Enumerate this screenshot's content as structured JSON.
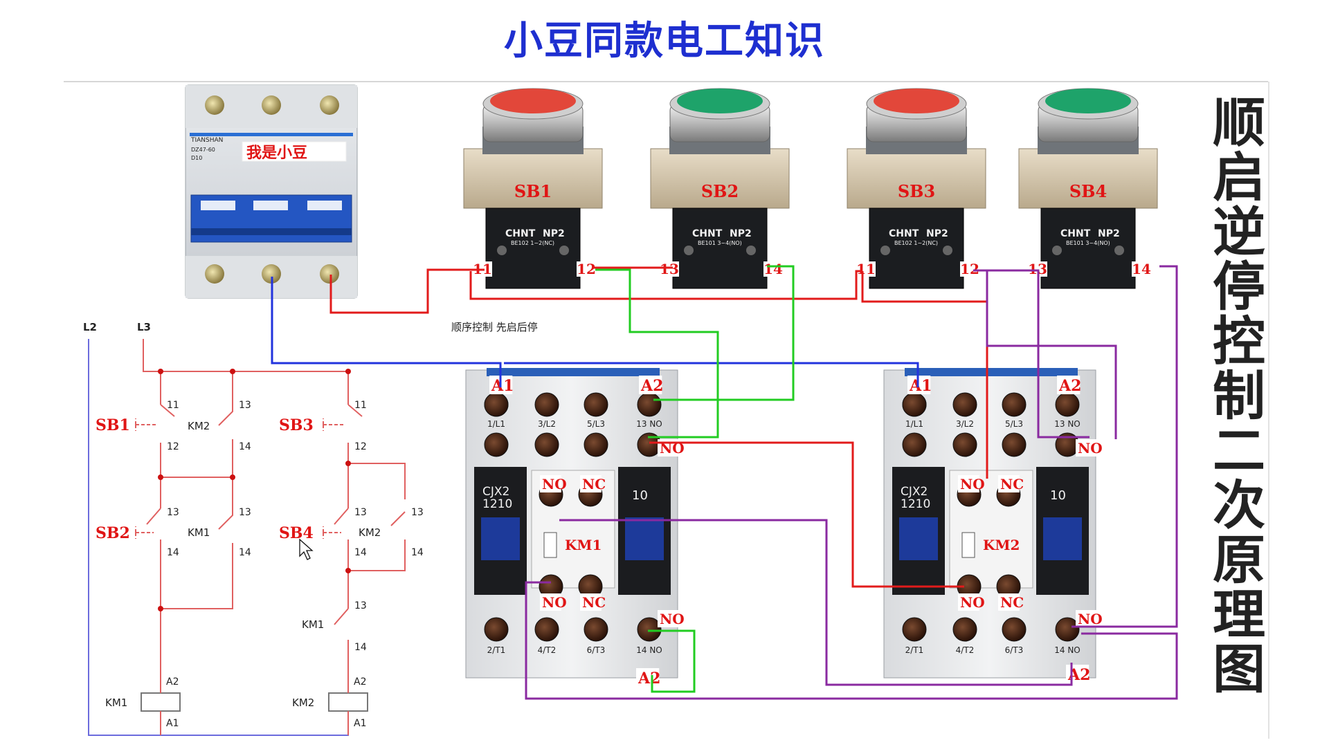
{
  "title": "小豆同款电工知识",
  "side_title": [
    "顺",
    "启",
    "逆",
    "停",
    "控",
    "制",
    "二",
    "次",
    "原",
    "理",
    "图"
  ],
  "note": "顺序控制 先启后停",
  "breaker": {
    "label": "我是小豆",
    "brand": "TIANSHAN",
    "model": "DZ47-60",
    "rating": "D10"
  },
  "buttons": [
    {
      "id": "SB1",
      "color": "#e2473a",
      "t_left": "11",
      "t_right": "12",
      "brand": "CHNT",
      "model": "NP2",
      "spec": "BE102 1~2(NC)"
    },
    {
      "id": "SB2",
      "color": "#1ea36a",
      "t_left": "13",
      "t_right": "14",
      "brand": "CHNT",
      "model": "NP2",
      "spec": "BE101 3~4(NO)"
    },
    {
      "id": "SB3",
      "color": "#e2473a",
      "t_left": "11",
      "t_right": "12",
      "brand": "CHNT",
      "model": "NP2",
      "spec": "BE102 1~2(NC)"
    },
    {
      "id": "SB4",
      "color": "#1ea36a",
      "t_left": "13",
      "t_right": "14",
      "brand": "CHNT",
      "model": "NP2",
      "spec": "BE101 3~4(NO)"
    }
  ],
  "contactors": [
    {
      "name": "KM1",
      "model": "CJX2\n1210",
      "a1": "A1",
      "a2": "A2",
      "top": [
        "1/L1",
        "3/L2",
        "5/L3",
        "13 NO"
      ],
      "bottom": [
        "2/T1",
        "4/T2",
        "6/T3",
        "14 NO"
      ],
      "no": "NO",
      "nc": "NC",
      "ten": "10"
    },
    {
      "name": "KM2",
      "model": "CJX2\n1210",
      "a1": "A1",
      "a2": "A2",
      "top": [
        "1/L1",
        "3/L2",
        "5/L3",
        "13 NO"
      ],
      "bottom": [
        "2/T1",
        "4/T2",
        "6/T3",
        "14 NO"
      ],
      "no": "NO",
      "nc": "NC",
      "ten": "10"
    }
  ],
  "schematic": {
    "l2": "L2",
    "l3": "L3",
    "sb1": "SB1",
    "sb2": "SB2",
    "sb3": "SB3",
    "sb4": "SB4",
    "km1": "KM1",
    "km2": "KM2",
    "n11": "11",
    "n12": "12",
    "n13": "13",
    "n14": "14",
    "a1": "A1",
    "a2": "A2"
  },
  "colors": {
    "red_wire": "#e21b1b",
    "blue_wire": "#2233dd",
    "green_wire": "#22cc22",
    "purple_wire": "#8a2aa0",
    "schem_red": "#e06060",
    "schem_blue": "#6b6bdd"
  }
}
